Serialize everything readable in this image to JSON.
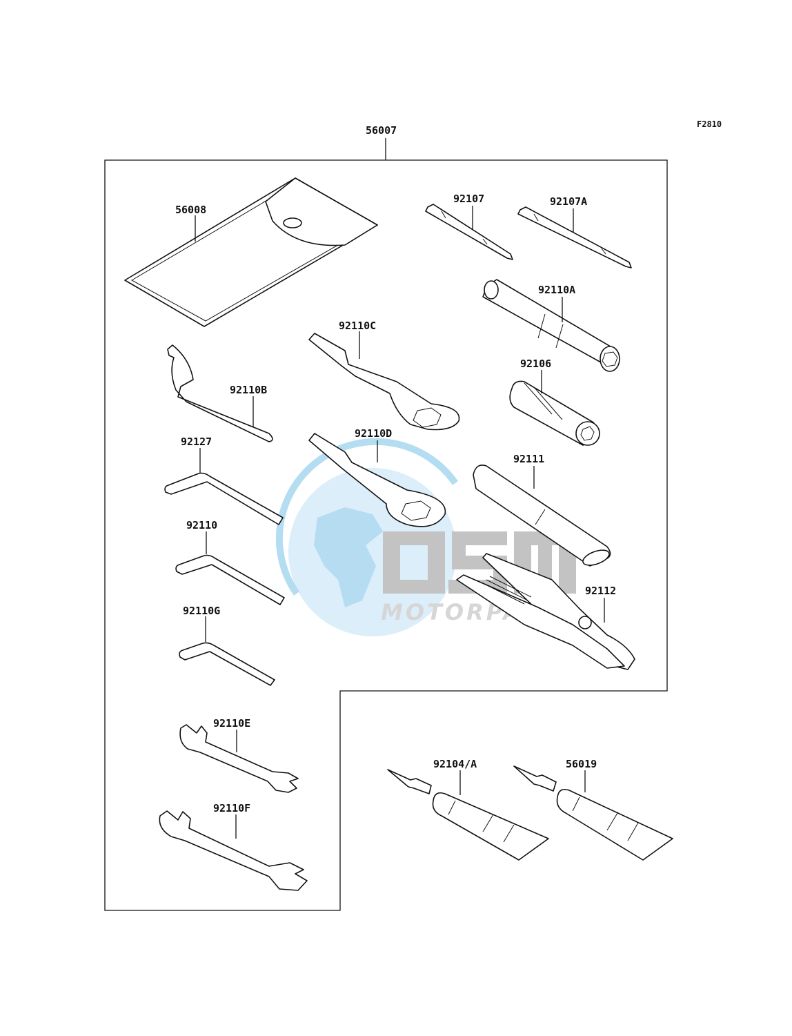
{
  "figure_id": "F2810",
  "kit_label": "56007",
  "parts": {
    "p56008": "56008",
    "p92107": "92107",
    "p92107A": "92107A",
    "p92110A": "92110A",
    "p92110C": "92110C",
    "p92106": "92106",
    "p92110B": "92110B",
    "p92110D": "92110D",
    "p92127": "92127",
    "p92111": "92111",
    "p92110": "92110",
    "p92112": "92112",
    "p92110G": "92110G",
    "p92110E": "92110E",
    "p92104A": "92104/A",
    "p56019": "56019",
    "p92110F": "92110F"
  },
  "watermark": {
    "brand": "OSM",
    "sub": "MOTORPARTS",
    "colors": {
      "globe": "#bfe2f5",
      "ring": "#9fd3ef",
      "letters": "#b5b5b5",
      "sub": "#c8c8c8"
    }
  }
}
